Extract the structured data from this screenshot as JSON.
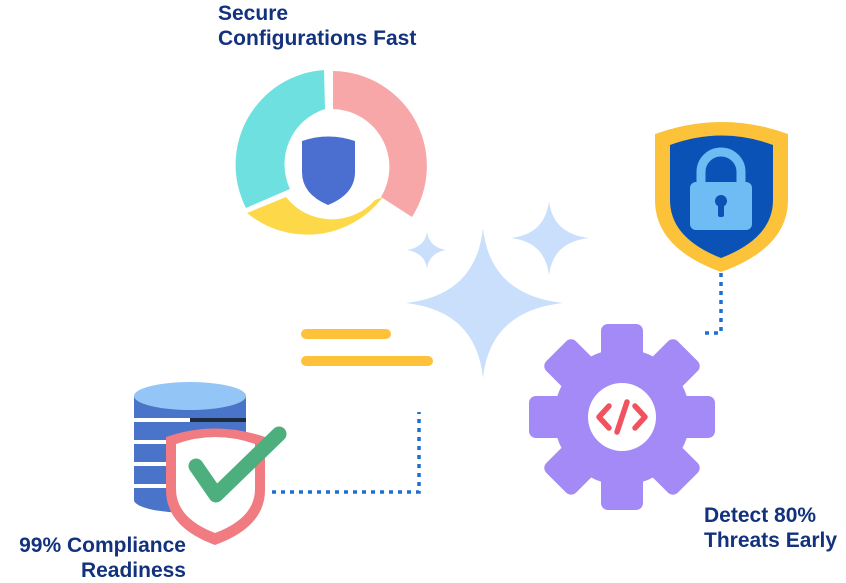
{
  "labels": {
    "secure": {
      "line1": "Secure",
      "line2": "Configurations Fast"
    },
    "compliance": {
      "line1": "99% Compliance",
      "line2": "Readiness"
    },
    "detect": {
      "line1": "Detect 80%",
      "line2": "Threats Early"
    }
  },
  "colors": {
    "label_text": "#13327e",
    "donut_teal": "#6fe0e0",
    "donut_pink": "#f7a7a7",
    "donut_yellow": "#fdd848",
    "shield_blue": "#4a6fd0",
    "sparkle_blue": "#c9dffb",
    "gear_purple": "#a48af6",
    "code_red": "#f0535d",
    "lock_shield_yellow": "#fbc23a",
    "lock_shield_blue": "#0b52b6",
    "lock_body": "#6fbcf4",
    "database_blue": "#4a74c9",
    "database_top": "#93c5f6",
    "check_green": "#4caf7d",
    "check_shield_red": "#f07b80",
    "connector_blue": "#1f6fd1",
    "lines_yellow": "#fdc23a"
  },
  "icons": [
    "donut-chart-icon",
    "shield-icon",
    "sparkle-icon",
    "padlock-shield-icon",
    "gear-code-icon",
    "database-check-icon"
  ]
}
